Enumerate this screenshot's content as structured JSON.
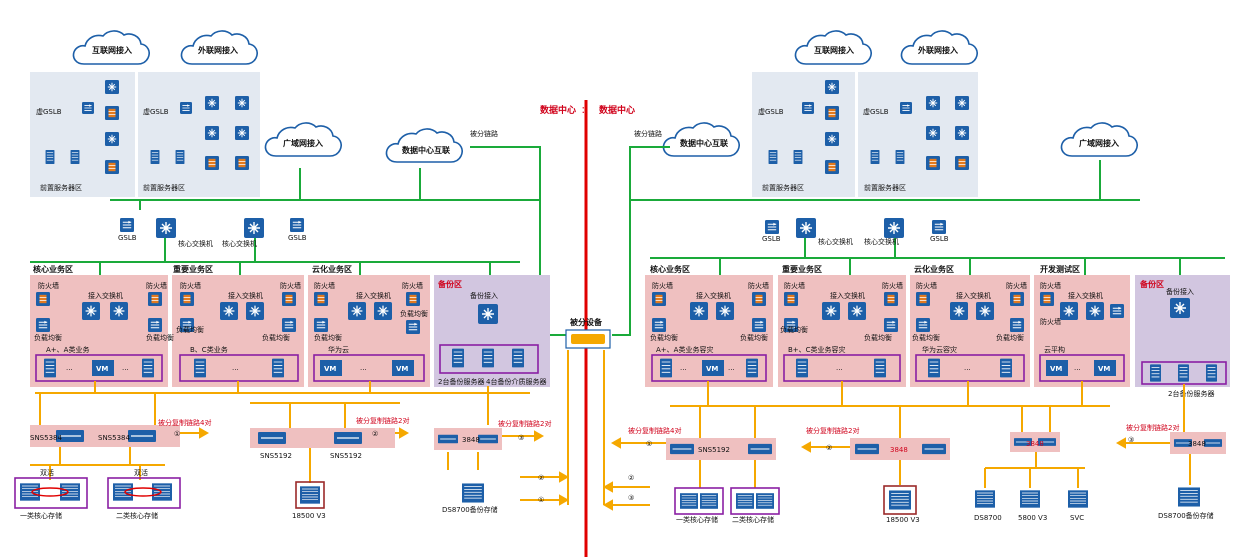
{
  "labels": {
    "internet": "互联网接入",
    "extranet": "外联网接入",
    "wan": "广域网接入",
    "dc_interconnect": "数据中心互联",
    "dc": "数据中心",
    "dc_prefix": "：",
    "dc_colon_prefix": "：",
    "gslb_virtual": "虚GSLB",
    "front_zone": "前置服务器区",
    "gslb": "GSLB",
    "core_switch": "核心交换机",
    "core_zone": "核心业务区",
    "important_zone": "重要业务区",
    "cloud_zone": "云化业务区",
    "backup_zone": "备份区",
    "dev_zone": "开发测试区",
    "firewall": "防火墙",
    "load_balance": "负载均衡",
    "access_switch": "接入交换机",
    "backup_access": "备份接入",
    "backup_link": "被分链路",
    "backup_device": "被分设备",
    "vm": "VM",
    "dots": "···",
    "left_biz_a": "A+、A类业务",
    "left_biz_bc": "B、C类业务",
    "left_cloud": "华为云",
    "left_backup_servers": "2台备份服务器",
    "left_backup_media": "4台备份介质服务器",
    "right_biz_a": "A+、A类业务容灾",
    "right_biz_bc": "B+、C类业务容灾",
    "right_cloud": "华为云容灾",
    "right_dev_cloud": "云平构",
    "right_backup_servers": "2台备份服务器",
    "sns5384": "SNS5384",
    "sns5384b": "SNS5384",
    "sns5192": "SNS5192",
    "sns5192b": "SNS5192",
    "sw3848": "3848",
    "sw3848r": "3848",
    "repl_4": "被分复制链路4对",
    "repl_2": "被分复制链路2对",
    "repl_2b": "被分复制链路2对",
    "active": "双活",
    "store_1": "一类核心存储",
    "store_2": "二类核心存储",
    "store_18500": "18500 V3",
    "ds8700_backup": "DS8700备份存储",
    "ds8700": "DS8700",
    "s5800": "5800 V3",
    "svc": "SVC",
    "ds8700_backup_r": "DS8700备份存储",
    "n1": "①",
    "n2": "②",
    "n3": "③"
  },
  "colors": {
    "green_link": "#1aaa3a",
    "orange_link": "#f5a800",
    "red_spine": "#e00000",
    "zone_pink": "#efc0c0",
    "zone_purple": "#d2c6e0",
    "gray_panel": "#e3e9f1",
    "device_blue": "#1d5fa8",
    "device_orange": "#e27a1f"
  }
}
